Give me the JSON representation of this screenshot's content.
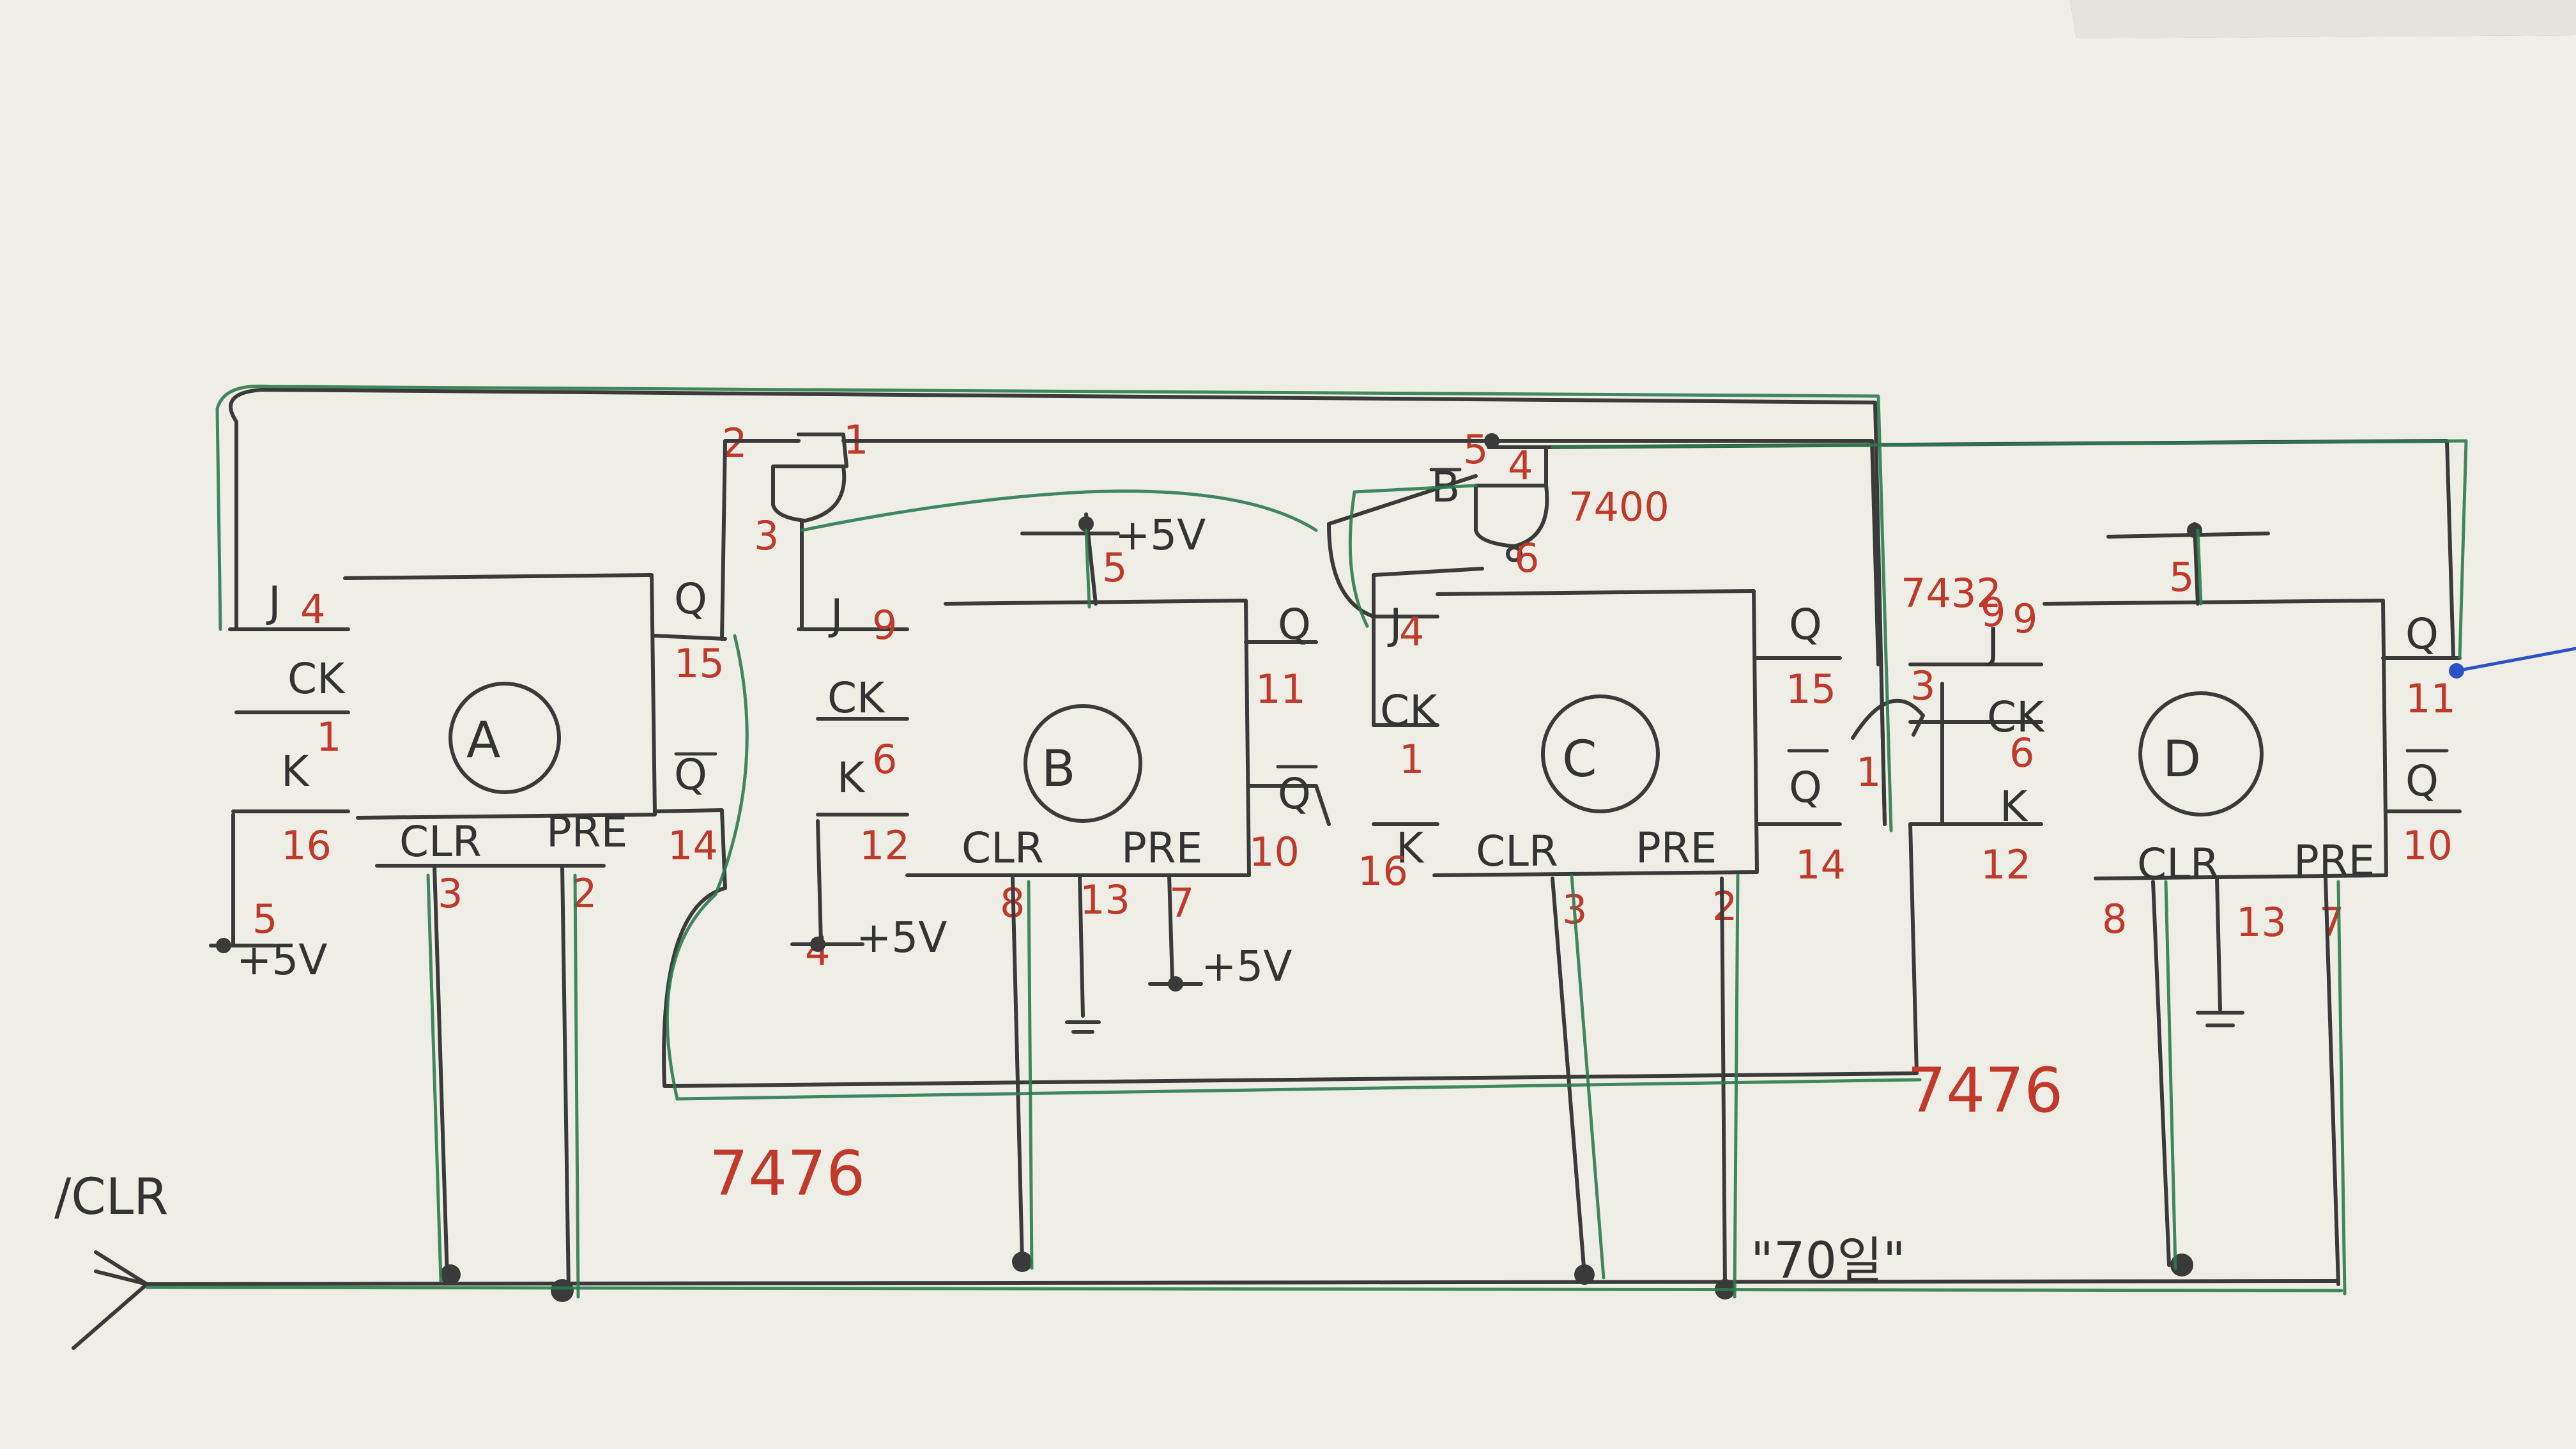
{
  "flipflops": [
    {
      "name": "A",
      "j": "J",
      "ck": "CK",
      "k": "K",
      "q": "Q",
      "qbar": "Q",
      "clr": "CLR",
      "pre": "PRE",
      "pins": {
        "j": "4",
        "ck": "1",
        "k": "16",
        "q": "15",
        "qbar": "14",
        "clr": "3",
        "pre": "2",
        "vcc": "5"
      }
    },
    {
      "name": "B",
      "j": "J",
      "ck": "CK",
      "k": "K",
      "q": "Q",
      "qbar": "Q",
      "clr": "CLR",
      "pre": "PRE",
      "pins": {
        "j": "9",
        "ck": "6",
        "k": "12",
        "q": "11",
        "qbar": "10",
        "clr": "8",
        "gnd": "13",
        "pre": "7",
        "vcc": "5",
        "kvcc": "4"
      }
    },
    {
      "name": "C",
      "j": "J",
      "ck": "CK",
      "k": "K",
      "q": "Q",
      "qbar": "Q",
      "clr": "CLR",
      "pre": "PRE",
      "pins": {
        "j": "4",
        "ck": "1",
        "k": "16",
        "q": "15",
        "qbar": "14",
        "clr": "3",
        "pre": "2"
      }
    },
    {
      "name": "D",
      "j": "J",
      "ck": "CK",
      "k": "K",
      "q": "Q",
      "qbar": "Q",
      "clr": "CLR",
      "pre": "PRE",
      "pins": {
        "j": "9",
        "ck": "6",
        "k": "12",
        "q": "11",
        "qbar": "10",
        "clr": "8",
        "gnd": "13",
        "pre": "7",
        "vcc": "5"
      }
    }
  ],
  "gates": {
    "and1": {
      "pins": [
        "2",
        "1",
        "3"
      ]
    },
    "nand": {
      "label": "7400",
      "in_a": "B",
      "pins": [
        "5",
        "4",
        "6"
      ]
    },
    "or": {
      "label": "7432",
      "pins": [
        "9",
        "3",
        "1"
      ]
    }
  },
  "supply": {
    "vcc": "+5V"
  },
  "ic_labels": [
    "7476",
    "7476"
  ],
  "signals": {
    "clr": "/CLR",
    "quote": "\"70일\""
  }
}
